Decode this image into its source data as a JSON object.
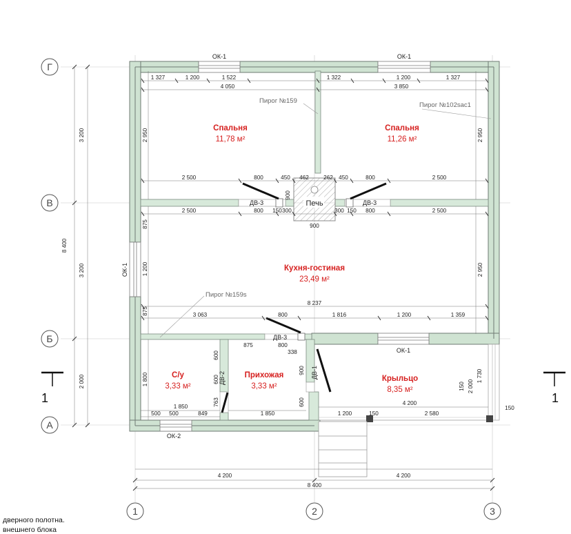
{
  "axes": {
    "rows": [
      "Г",
      "В",
      "Б",
      "А"
    ],
    "cols": [
      "1",
      "2",
      "3"
    ]
  },
  "section_mark": "1",
  "windows": {
    "ok1_top_left": "ОК-1",
    "ok1_top_right": "ОК-1",
    "ok1_left": "ОК-1",
    "ok1_porch": "ОК-1",
    "ok2_bottom": "ОК-2"
  },
  "doors": {
    "dv3_left": "ДВ-3",
    "dv3_right": "ДВ-3",
    "dv3_hall": "ДВ-3",
    "dv2": "ДВ-2",
    "dv1": "ДВ-1"
  },
  "notes": {
    "pirog_159": "Пирог №159",
    "pirog_102": "Пирог №102sac1",
    "pirog_159s": "Пирог №159s"
  },
  "stove": "Печь",
  "rooms": {
    "bedroom_left": {
      "name": "Спальня",
      "area": "11,78 м²"
    },
    "bedroom_right": {
      "name": "Спальня",
      "area": "11,26 м²"
    },
    "kitchen": {
      "name": "Кухня-гостиная",
      "area": "23,49 м²"
    },
    "bathroom": {
      "name": "С/у",
      "area": "3,33 м²"
    },
    "hallway": {
      "name": "Прихожая",
      "area": "3,33 м²"
    },
    "porch": {
      "name": "Крыльцо",
      "area": "8,35 м²"
    }
  },
  "dims": {
    "top_row1": [
      "1 327",
      "1 200",
      "1 522",
      "1 322",
      "1 200",
      "1 327"
    ],
    "top_row2": [
      "4 050",
      "3 850"
    ],
    "bed_h_left": "2 950",
    "bed_h_right": "2 950",
    "mid_upper": [
      "2 500",
      "800",
      "450",
      "462",
      "262",
      "450",
      "800",
      "2 500"
    ],
    "mid_lower": [
      "2 500",
      "800",
      "150",
      "300",
      "300",
      "150",
      "800",
      "2 500"
    ],
    "stove_900_v": "900",
    "stove_900_h": "900",
    "left_875_top": "875",
    "left_1200": "1 200",
    "left_875_bot": "875",
    "kitchen_h_right": "2 950",
    "kitchen_w": "8 237",
    "row_b": [
      "3 063",
      "800",
      "1 816",
      "1 200",
      "1 359"
    ],
    "hall_top": [
      "875",
      "800"
    ],
    "hall_338": "338",
    "bath_1800": "1 800",
    "bath_600a": "600",
    "bath_600b": "600",
    "bath_763": "763",
    "bath_1850": "1 850",
    "hall_900": "900",
    "hall_600": "600",
    "hall_1850": "1 850",
    "bottom_row": [
      "500",
      "500",
      "849"
    ],
    "porch_150a": "150",
    "porch_2000": "2 000",
    "porch_1730": "1 730",
    "porch_4200": "4 200",
    "porch_150b": "150",
    "porch_bottom": [
      "1 200",
      "150",
      "2 580"
    ],
    "left_total": "8 400",
    "left_3200a": "3 200",
    "left_3200b": "3 200",
    "left_2000": "2 000",
    "bottom_4200a": "4 200",
    "bottom_4200b": "4 200",
    "bottom_total": "8 400"
  },
  "bottom_text": [
    "дверного полотна.",
    "внешнего блока"
  ]
}
